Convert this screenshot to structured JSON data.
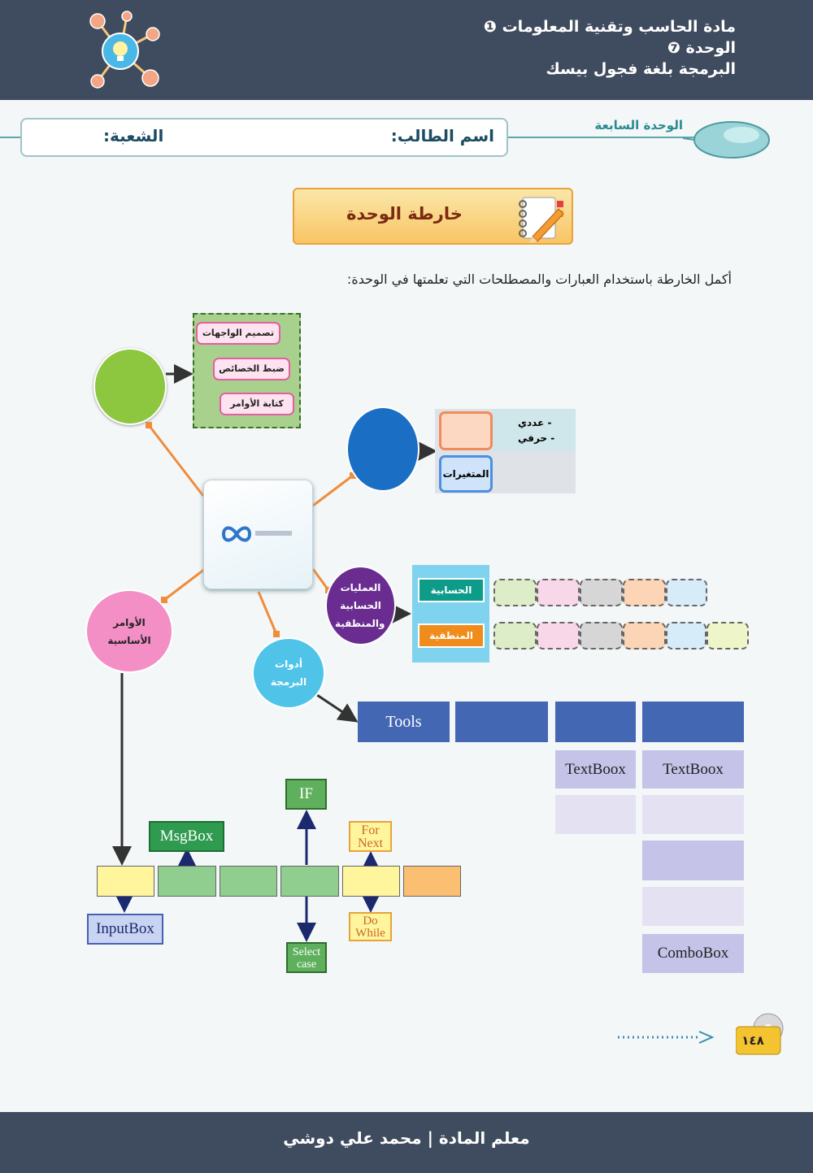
{
  "header": {
    "line1": "مادة الحاسب وتقنية المعلومات ❶",
    "line2": "الوحدة ❼",
    "line3": "البرمجة بلغة فجول بيسك"
  },
  "unit_label": "الوحدة السابعة",
  "student_bar": {
    "name_label": "اسم الطالب:",
    "section_label": "الشعبة:"
  },
  "title": "خارطة الوحدة",
  "instruction": "أكمل الخارطة باستخدام العبارات والمصطلحات التي تعلمتها في الوحدة:",
  "steps": [
    "تصميم الواجهات",
    "ضبط الخصائص",
    "كتابة الأوامر"
  ],
  "variables": {
    "label": "المتغيرات",
    "types": [
      "- عددي",
      "- حرفي"
    ]
  },
  "operations": {
    "circle_label": "العمليات الحسابية والمنطقية",
    "arithmetic": "الحسابية",
    "logical": "المنطقية"
  },
  "basic_commands": "الأوامر الأساسية",
  "prog_tools": "أدوات البرمجة",
  "tools_table": {
    "header": "Tools",
    "textbox_1": "TextBoox",
    "textbox_2": "TextBoox",
    "combobox": "ComboBox"
  },
  "commands": {
    "msgbox": "MsgBox",
    "inputbox": "InputBox",
    "if": "IF",
    "select_case": "Select case",
    "for_next": "For Next",
    "do_while": "Do While"
  },
  "page_number": "١٤٨",
  "footer": "معلم المادة | محمد علي دوشي",
  "colors": {
    "header_bg": "#3f4b5e",
    "green": "#8dc63f",
    "blue": "#1a6fc4",
    "purple": "#6a2c91",
    "pink": "#f48fc6",
    "light_blue": "#7fd3ef"
  }
}
